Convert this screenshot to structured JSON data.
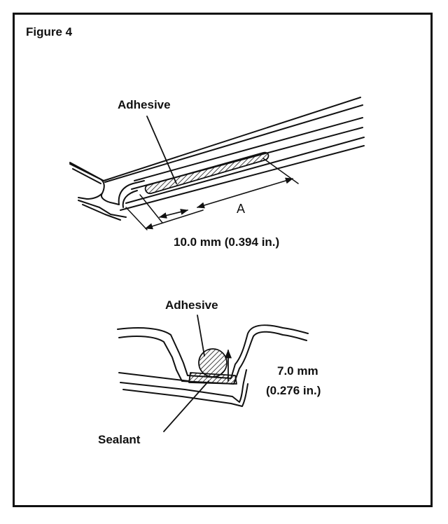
{
  "figure": {
    "title": "Figure 4"
  },
  "top_view": {
    "adhesive_label": "Adhesive",
    "dimension_a": "A",
    "dimension_text": "10.0 mm (0.394 in.)"
  },
  "cross_section": {
    "adhesive_label": "Adhesive",
    "dimension_line1": "7.0 mm",
    "dimension_line2": "(0.276 in.)",
    "sealant_label": "Sealant"
  }
}
